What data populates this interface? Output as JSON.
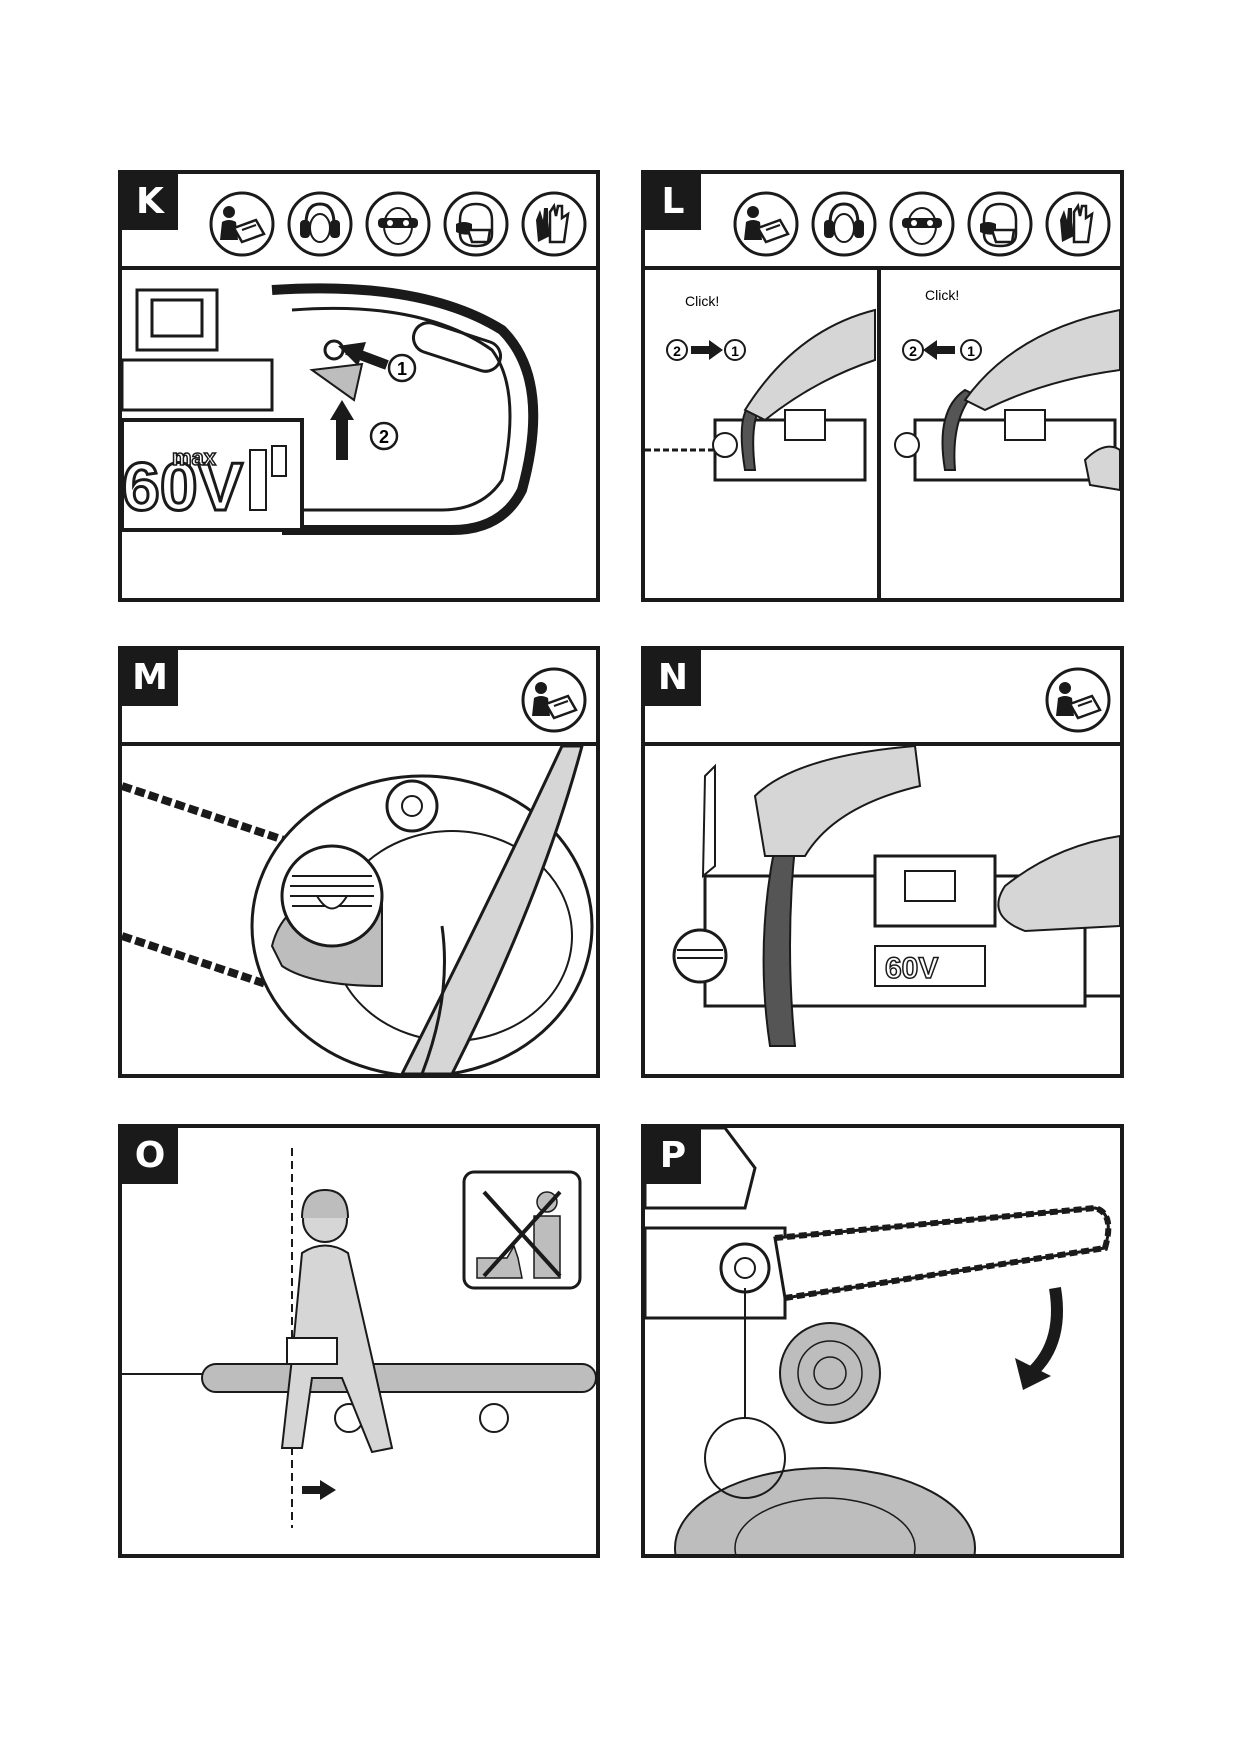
{
  "panels": {
    "K": {
      "label": "K"
    },
    "L": {
      "label": "L",
      "left_click": "Click!",
      "right_click": "Click!"
    },
    "M": {
      "label": "M"
    },
    "N": {
      "label": "N"
    },
    "O": {
      "label": "O"
    },
    "P": {
      "label": "P"
    }
  },
  "step_numbers": {
    "one": "1",
    "two": "2"
  },
  "battery_label": "60V",
  "battery_sub": "max",
  "safety_icons": [
    "read-manual-icon",
    "ear-protection-icon",
    "eye-protection-icon",
    "face-mask-icon",
    "gloves-icon"
  ]
}
